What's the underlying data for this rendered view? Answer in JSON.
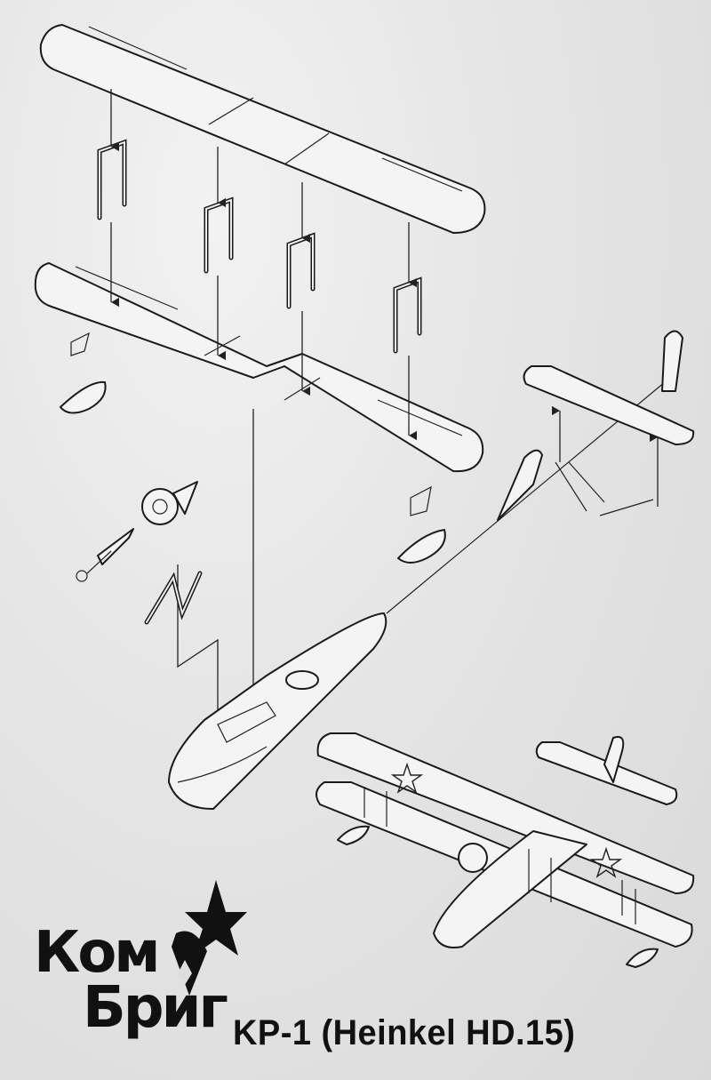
{
  "title": "KP-1 (Heinkel HD.15)",
  "logo": {
    "line1": "Ком",
    "line2": "Бриг"
  },
  "colors": {
    "ink": "#1a1a1a",
    "paper": "#e4e4e4"
  }
}
